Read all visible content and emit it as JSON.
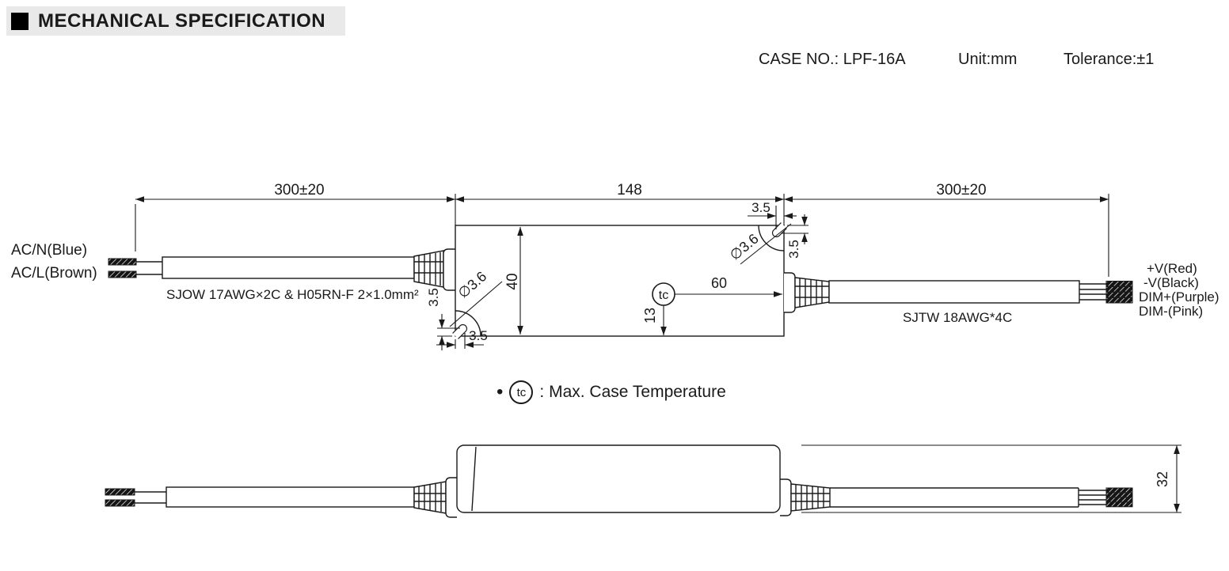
{
  "header": {
    "title": "MECHANICAL SPECIFICATION",
    "case_no": "CASE NO.: LPF-16A",
    "unit": "Unit:mm",
    "tolerance": "Tolerance:±1"
  },
  "top_view": {
    "dim_left_cable": "300±20",
    "dim_case_length": "148",
    "dim_right_cable": "300±20",
    "dim_case_width": "40",
    "dim_slot_offset_h_right": "3.5",
    "dim_slot_offset_v_right": "3.5",
    "dim_slot_offset_v_left": "3.5",
    "dim_slot_offset_h_left": "3.5",
    "dim_hole_right": "∅3.6",
    "dim_hole_left": "∅3.6",
    "dim_tc_x": "60",
    "dim_tc_y": "13",
    "tc_symbol": "tc",
    "input_wire_1": "AC/N(Blue)",
    "input_wire_2": "AC/L(Brown)",
    "input_cable_spec": "SJOW 17AWG×2C & H05RN-F 2×1.0mm²",
    "output_wire_1": "+V(Red)",
    "output_wire_2": "-V(Black)",
    "output_wire_3": "DIM+(Purple)",
    "output_wire_4": "DIM-(Pink)",
    "output_cable_spec": "SJTW 18AWG*4C"
  },
  "note": {
    "bullet": "•",
    "symbol": "tc",
    "text": ": Max. Case Temperature"
  },
  "side_view": {
    "dim_height": "32"
  }
}
